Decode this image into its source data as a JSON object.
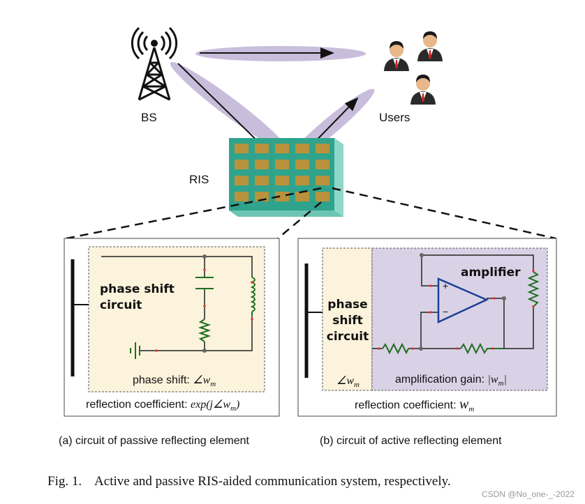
{
  "labels": {
    "bs": "BS",
    "users": "Users",
    "ris": "RIS"
  },
  "panel_a": {
    "circuit_title": "phase shift circuit",
    "phase_label_text": "phase shift: ",
    "phase_label_math": "∠w",
    "phase_label_sub": "m",
    "reflection_text": "reflection coefficient: ",
    "reflection_math": "exp(j∠w",
    "reflection_sub": "m",
    "reflection_tail": ")",
    "subcaption": "(a) circuit of passive reflecting element"
  },
  "panel_b": {
    "circuit_title": "phase shift circuit",
    "amplifier_label": "amplifier",
    "phase_math": "∠w",
    "phase_sub": "m",
    "gain_text": "amplification gain: ",
    "gain_math": "|w",
    "gain_sub": "m",
    "gain_tail": "|",
    "reflection_text": "reflection coefficient: ",
    "reflection_math": "w",
    "reflection_sub": "m",
    "subcaption": "(b) circuit of active reflecting element"
  },
  "figure_caption": "Fig. 1.    Active and passive RIS-aided communication system, respectively.",
  "watermark": "CSDN @No_one-_-2022",
  "colors": {
    "beam": "#c8bedb",
    "ris_face": "#2fa38c",
    "ris_side": "#8fd8c9",
    "ris_cell": "#b8923c",
    "panel_bg": "#fbf3dc",
    "active_bg": "#d9d2e6",
    "wire": "#222222",
    "component": "#1f6e1f",
    "amp": "#1c3f94"
  }
}
